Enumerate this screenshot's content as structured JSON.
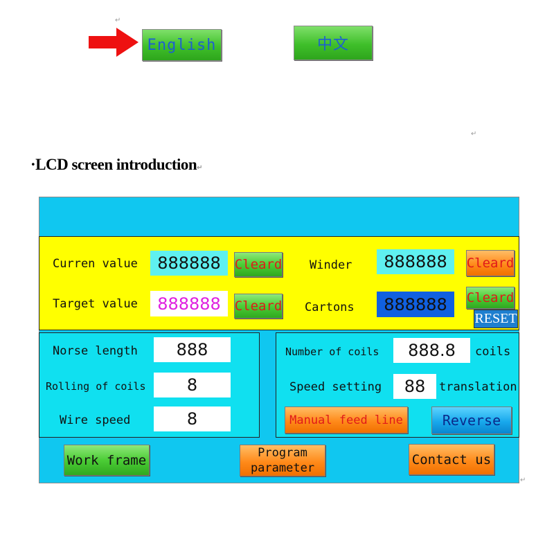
{
  "language": {
    "english_label": "English",
    "chinese_label": "中文"
  },
  "section": {
    "heading": "LCD screen introduction",
    "bullet": "·"
  },
  "marks": {
    "paragraph": "↵"
  },
  "counters": {
    "current_value_label": "Curren value",
    "current_value": "888888",
    "target_value_label": "Target value",
    "target_value": "888888",
    "winder_label": "Winder",
    "winder_value": "888888",
    "cartons_label": "Cartons",
    "cartons_value": "888888",
    "clear_label": "Cleard",
    "reset_label": "RESET"
  },
  "params_left": {
    "norse_length_label": "Norse length",
    "norse_length_value": "888",
    "rolling_label": "Rolling of coils",
    "rolling_value": "8",
    "wire_speed_label": "Wire speed",
    "wire_speed_value": "8"
  },
  "params_right": {
    "coils_label": "Number of coils",
    "coils_value": "888.8",
    "coils_unit": "coils",
    "speed_label": "Speed setting",
    "speed_value": "88",
    "speed_unit": "translation",
    "manual_feed_label": "Manual feed line",
    "reverse_label": "Reverse"
  },
  "nav": {
    "work_frame_label": "Work frame",
    "program_line1": "Program",
    "program_line2": "parameter",
    "contact_label": "Contact us"
  },
  "colors": {
    "lcd_background": "#10c7f0",
    "yellow_panel": "#ffff00",
    "current_field": "#5ff0f0",
    "target_text": "#e020e0",
    "winder_field": "#5ff0f0",
    "cartons_field": "#1060e0",
    "clear_text": "#e01a1a",
    "language_text": "#1d5fd1"
  }
}
